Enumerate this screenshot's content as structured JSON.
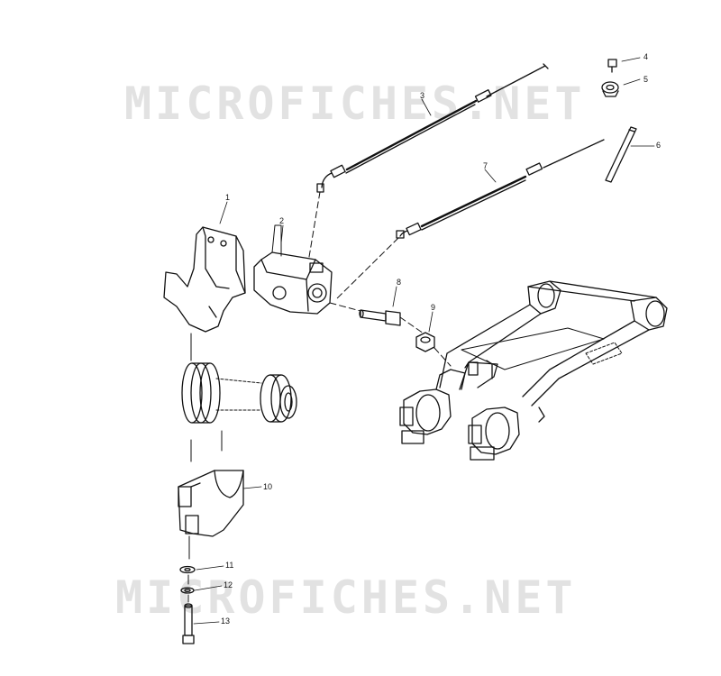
{
  "watermarks": [
    "MICROFICHES.NET",
    "MICROFICHES.NET"
  ],
  "callouts": [
    "1",
    "2",
    "3",
    "4",
    "5",
    "6",
    "7",
    "8",
    "9",
    "10",
    "11",
    "12",
    "13"
  ],
  "colors": {
    "line": "#111111",
    "watermark": "#e2e2e2",
    "background": "#ffffff"
  }
}
